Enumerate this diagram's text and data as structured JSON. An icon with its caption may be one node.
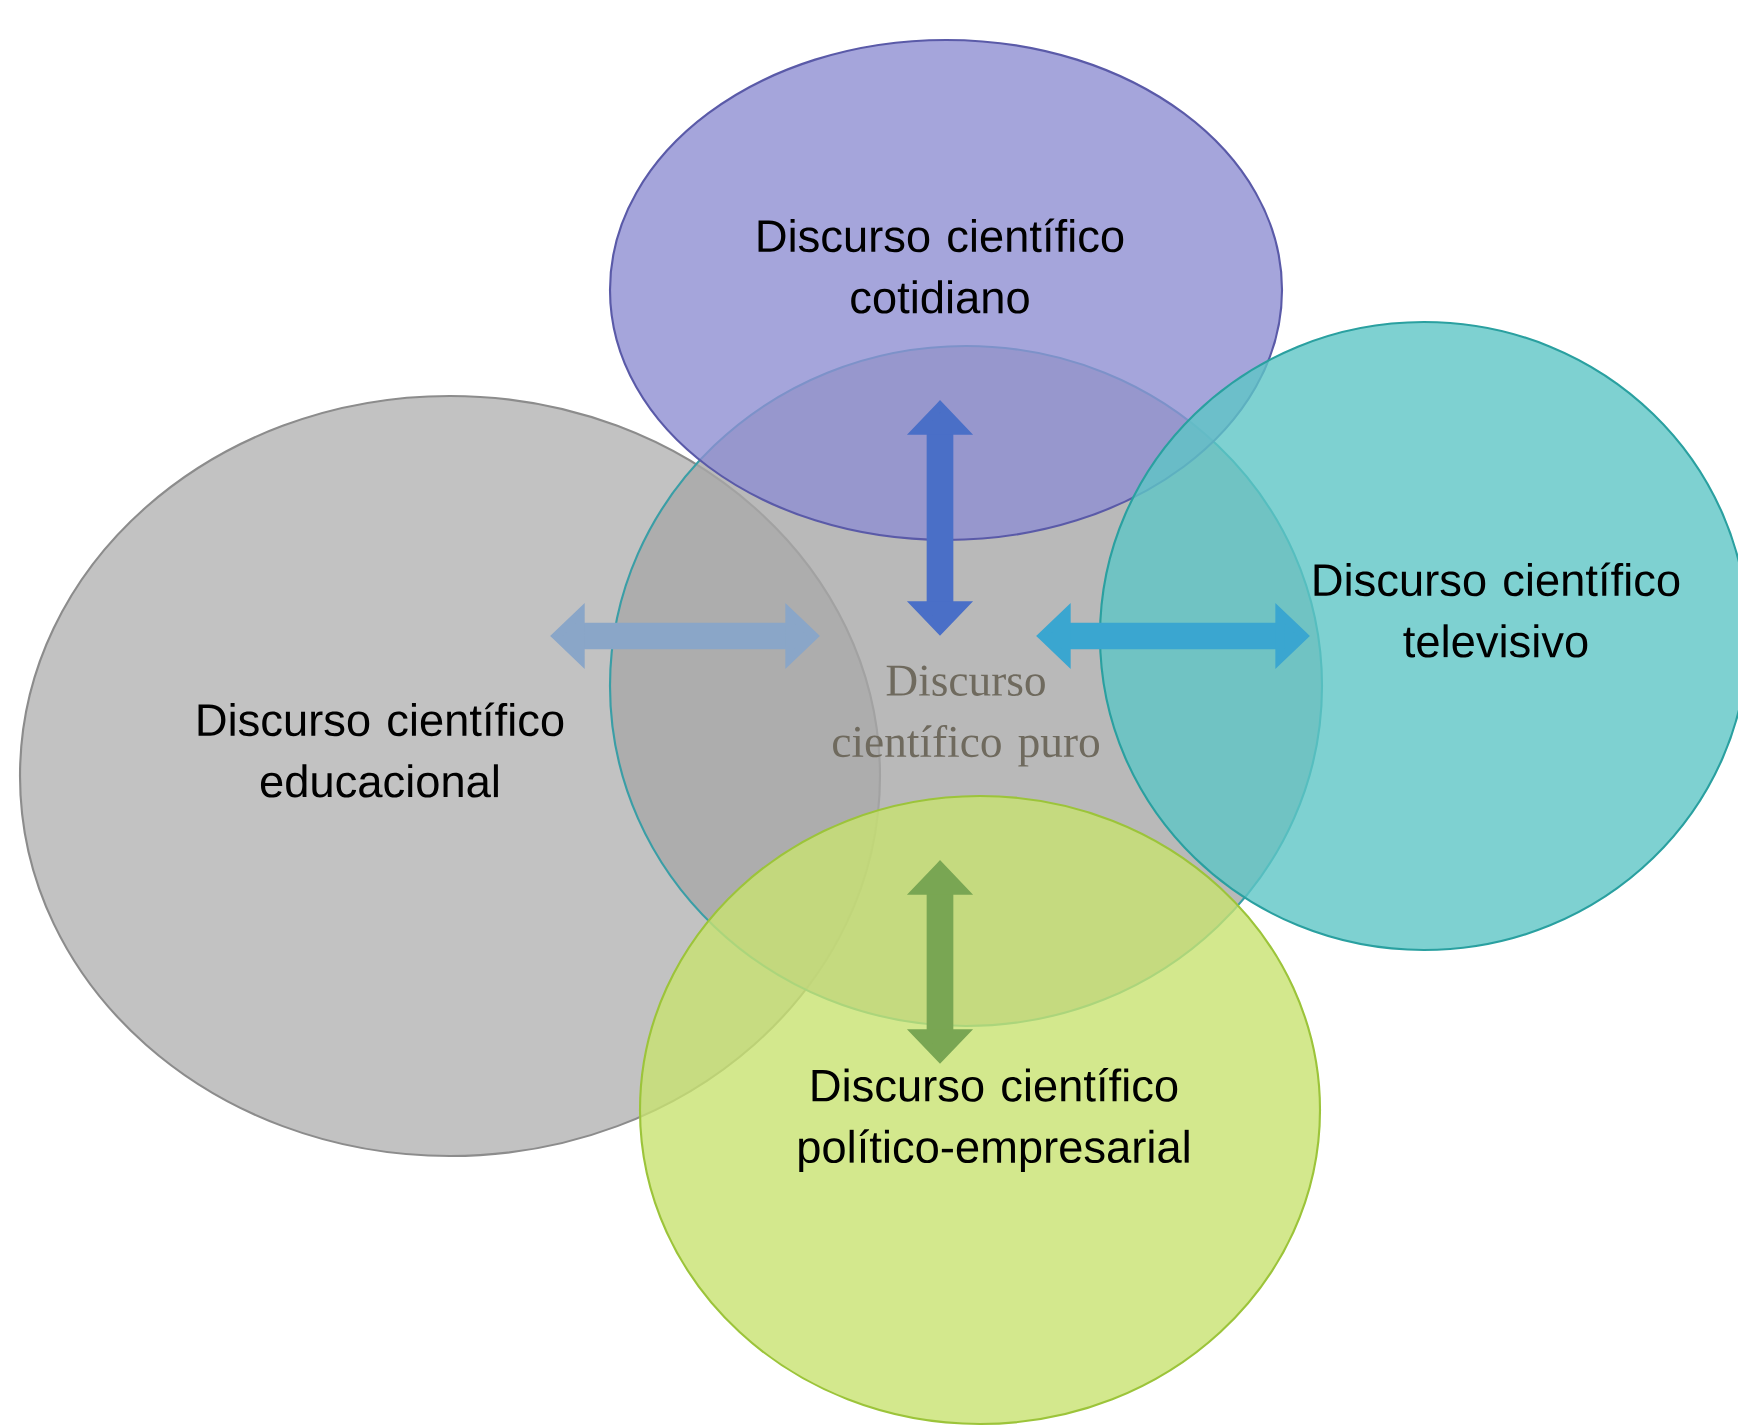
{
  "diagram": {
    "nodes": [
      {
        "text": [
          "Discurso científico cotidiano"
        ]
      },
      {
        "text": [
          "Discurso científico educacional"
        ]
      },
      {
        "text": [
          "Discurso científico puro"
        ]
      },
      {
        "text": [
          "Discurso científico televisivo"
        ]
      },
      {
        "text": [
          "Discurso científico político-empresarial"
        ]
      }
    ],
    "edges": [
      {
        "from": 2,
        "to": 0,
        "arrow": "both",
        "color": "#4a6fc7"
      },
      {
        "from": 2,
        "to": 1,
        "arrow": "both",
        "color": "#8aa6c8"
      },
      {
        "from": 2,
        "to": 3,
        "arrow": "both",
        "color": "#3aa6d0"
      },
      {
        "from": 2,
        "to": 4,
        "arrow": "both",
        "color": "#79a653"
      }
    ]
  }
}
